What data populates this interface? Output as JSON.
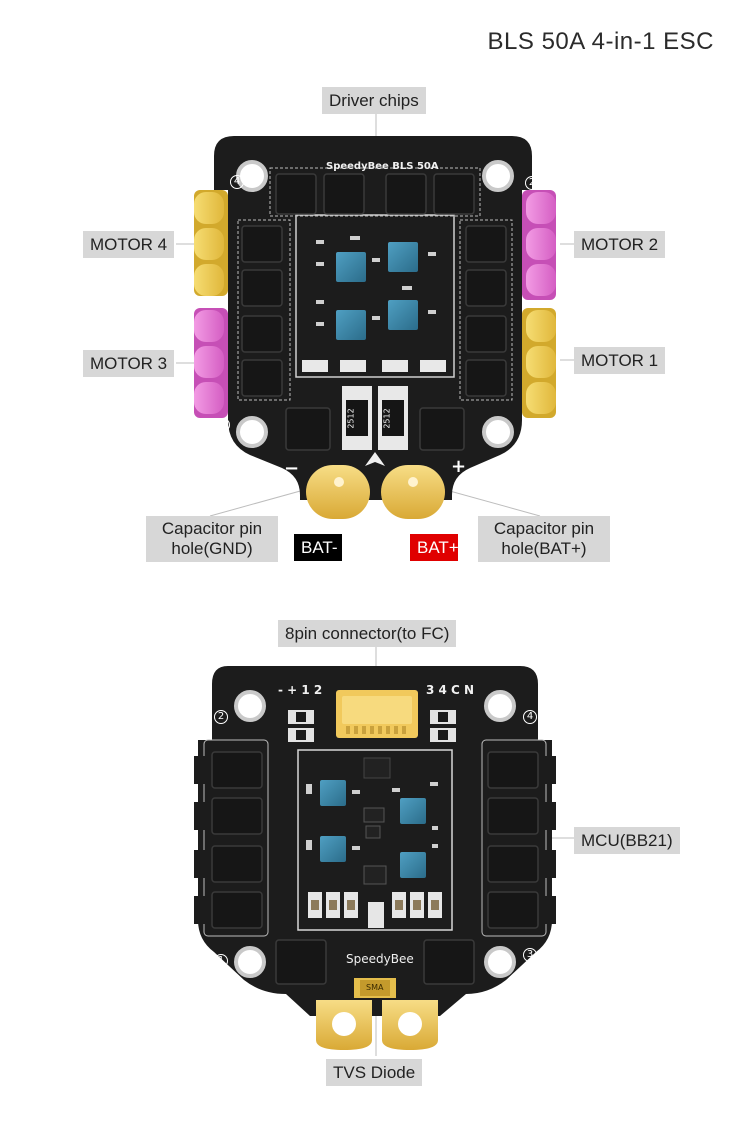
{
  "title": "BLS 50A 4-in-1 ESC",
  "top_board": {
    "silkscreen": "SpeedyBee BLS 50A",
    "resistor_marks": [
      "2512",
      "2512"
    ],
    "corner_numbers": [
      "4",
      "2",
      "3",
      "1"
    ],
    "pad_signs": [
      "−",
      "+"
    ],
    "labels": {
      "driver_chips": "Driver chips",
      "motor4": "MOTOR 4",
      "motor2": "MOTOR 2",
      "motor3": "MOTOR 3",
      "motor1": "MOTOR 1",
      "cap_gnd_line1": "Capacitor pin",
      "cap_gnd_line2": "hole(GND)",
      "bat_neg": "BAT-",
      "bat_pos": "BAT+",
      "cap_bat_line1": "Capacitor pin",
      "cap_bat_line2": "hole(BAT+)"
    }
  },
  "bottom_board": {
    "silkscreen": "SpeedyBee",
    "header_left": "- + 1 2",
    "header_right": "3 4 C N",
    "tvs_mark": "SMA",
    "corner_numbers": [
      "2",
      "4",
      "1",
      "3"
    ],
    "pad_signs": [
      "+",
      "−"
    ],
    "labels": {
      "connector": "8pin connector(to FC)",
      "mcu": "MCU(BB21)",
      "tvs": "TVS Diode"
    }
  },
  "colors": {
    "board": "#1c1c1c",
    "silk": "#f0f0f0",
    "motor_yellow": "#f3d25a",
    "motor_pink": "#ec7bd9",
    "chip_blue": "#3d86a6",
    "gold_pad": "#e8c35a",
    "label_bg": "#d7d7d7"
  }
}
